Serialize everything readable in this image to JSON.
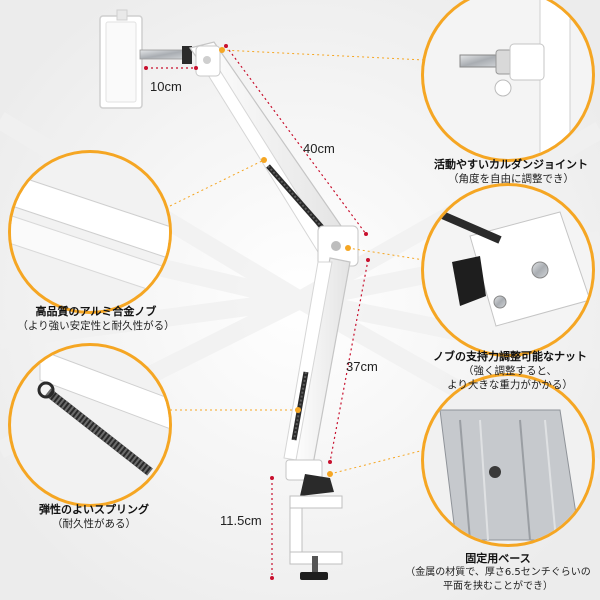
{
  "dimensions": {
    "holder_width": "10cm",
    "upper_arm": "40cm",
    "lower_arm": "37cm",
    "base_post": "11.5cm"
  },
  "features": [
    {
      "id": "joint",
      "title": "活動やすいカルダンジョイント",
      "desc": [
        "（角度を自由に調整でき）"
      ]
    },
    {
      "id": "aluminum",
      "title": "高品質のアルミ合金ノブ",
      "desc": [
        "（より強い安定性と耐久性がる）"
      ]
    },
    {
      "id": "knob",
      "title": "ノブの支持力調整可能なナット",
      "desc": [
        "（強く調整すると、",
        "より大きな重力がかかる）"
      ]
    },
    {
      "id": "spring",
      "title": "弾性のよいスプリング",
      "desc": [
        "（耐久性がある）"
      ]
    },
    {
      "id": "base",
      "title": "固定用ベース",
      "desc": [
        "（金属の材質で、厚さ6.5センチぐらいの",
        "平面を挟むことができ）"
      ]
    }
  ],
  "colors": {
    "accent": "#f5a623",
    "dimension_line": "#c8102e",
    "arm": "#ffffff",
    "arm_outline": "#c9c9c9",
    "metal": "#b9bcc0"
  }
}
